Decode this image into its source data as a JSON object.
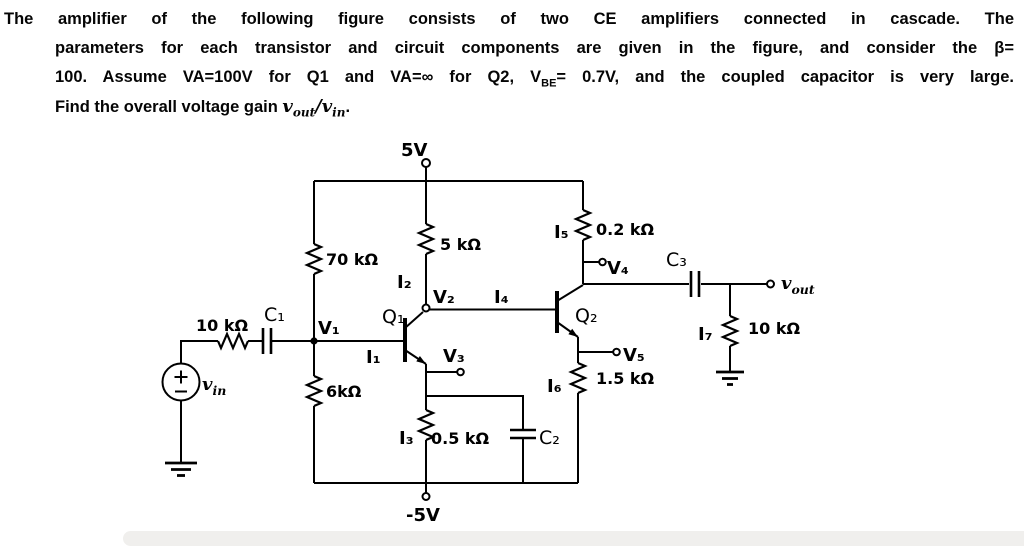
{
  "problem": {
    "line1": "The amplifier of the following figure consists of two CE amplifiers connected in cascade. The",
    "line2": "parameters for each transistor and circuit components are given in the figure, and consider the β=",
    "line3": {
      "pre": "100. Assume VA=100V for Q1 and VA=∞ for Q2, V",
      "sub": "BE",
      "post": "= 0.7V, and the coupled capacitor is very large."
    },
    "line4": {
      "pre": "Find the overall voltage gain ",
      "v_out_base": "v",
      "v_out_sub": "out",
      "slash": "/",
      "v_in_base": "v",
      "v_in_sub": "in",
      "end": "."
    }
  },
  "circuit": {
    "supplies": {
      "positive": "5V",
      "negative": "-5V"
    },
    "resistors": {
      "source": "10 kΩ",
      "bias_upper": "70 kΩ",
      "bias_lower": "6kΩ",
      "collector1": "5 kΩ",
      "emitter1": "0.5 kΩ",
      "collector2": "0.2 kΩ",
      "emitter2": "1.5 kΩ",
      "load": "10 kΩ"
    },
    "capacitors": {
      "c1": "C₁",
      "c2": "C₂",
      "c3": "C₃"
    },
    "transistors": {
      "q1": "Q₁",
      "q2": "Q₂"
    },
    "currents": {
      "i1": "I₁",
      "i2": "I₂",
      "i3": "I₃",
      "i4": "I₄",
      "i5": "I₅",
      "i6": "I₆",
      "i7": "I₇"
    },
    "nodes": {
      "v1": "V₁",
      "v2": "V₂",
      "v3": "V₃",
      "v4": "V₄",
      "v5": "V₅"
    },
    "vin": {
      "base": "v",
      "sub": "in"
    },
    "vout": {
      "base": "v",
      "sub": "out"
    }
  }
}
